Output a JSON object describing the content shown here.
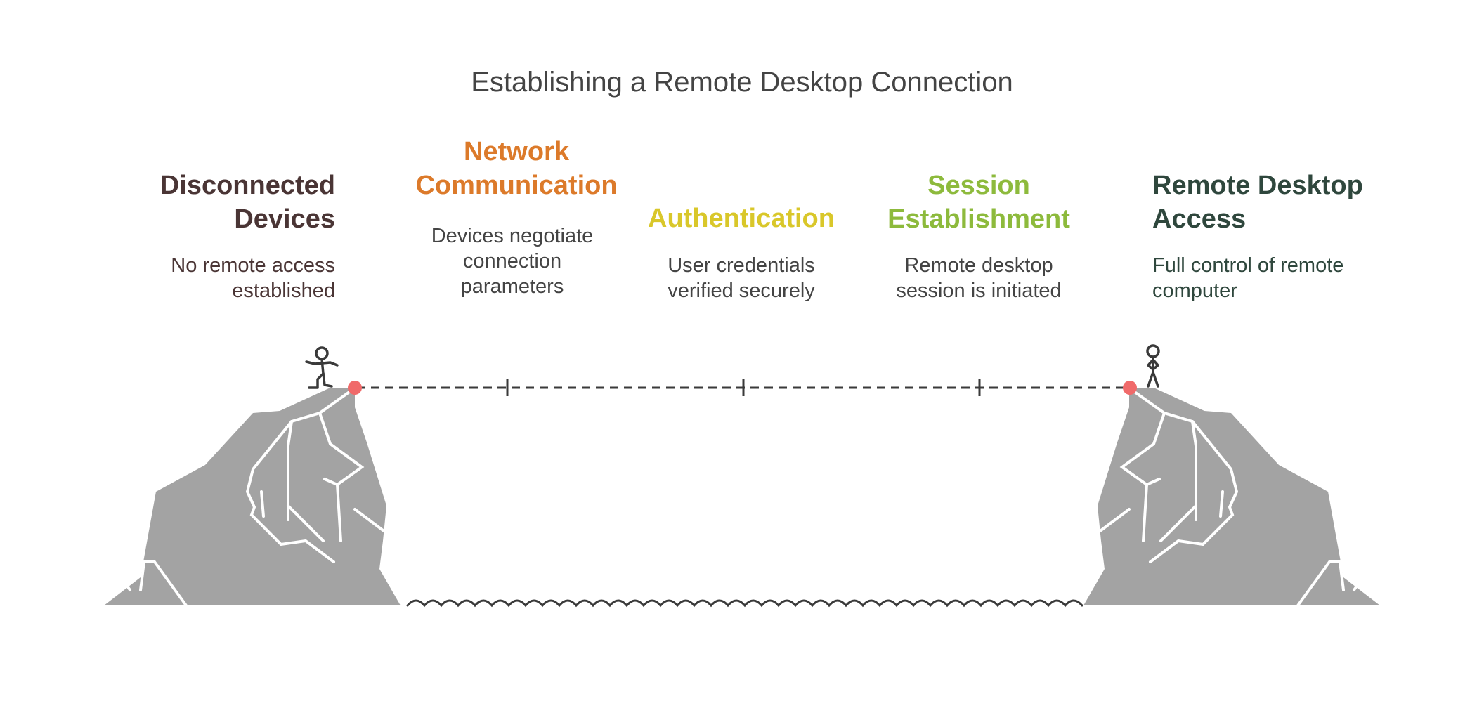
{
  "title": "Establishing a Remote Desktop Connection",
  "steps": [
    {
      "title": "Disconnected Devices",
      "description": "No remote access established",
      "color": "#4a3535"
    },
    {
      "title": "Network Communication",
      "description": "Devices negotiate connection parameters",
      "color": "#dc7a2a"
    },
    {
      "title": "Authentication",
      "description": "User credentials verified securely",
      "color": "#d9c72a"
    },
    {
      "title": "Session Establishment",
      "description": "Remote desktop session is initiated",
      "color": "#8dba3c"
    },
    {
      "title": "Remote Desktop Access",
      "description": "Full control of remote computer",
      "color": "#2f473d"
    }
  ],
  "icons": [
    "cliff-left-icon",
    "cliff-right-icon",
    "person-stepping-icon",
    "person-standing-icon",
    "rope-bridge-icon",
    "water-waves-icon"
  ],
  "colors": {
    "rock": "#a3a3a3",
    "endpoint": "#f06a6a",
    "line": "#3a3a3a"
  }
}
